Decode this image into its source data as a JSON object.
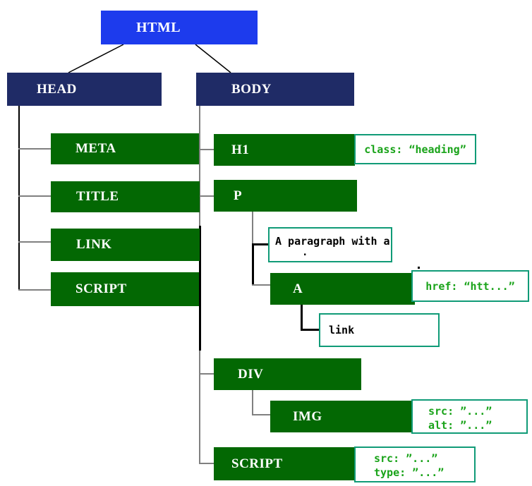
{
  "nodes": {
    "html": {
      "label": "HTML"
    },
    "head": {
      "label": "HEAD"
    },
    "body": {
      "label": "BODY"
    },
    "meta": {
      "label": "META"
    },
    "title": {
      "label": "TITLE"
    },
    "link": {
      "label": "LINK"
    },
    "script_head": {
      "label": "SCRIPT"
    },
    "h1": {
      "label": "H1"
    },
    "p": {
      "label": "P"
    },
    "a": {
      "label": "A"
    },
    "div": {
      "label": "DIV"
    },
    "img": {
      "label": "IMG"
    },
    "script_body": {
      "label": "SCRIPT"
    }
  },
  "text_boxes": {
    "p_text": {
      "line1": "A paragraph with a",
      "line2": "."
    },
    "link_text": {
      "line1": "link"
    }
  },
  "annotations": {
    "h1_class": {
      "line1": "class: “heading”"
    },
    "a_href": {
      "line1": "href: “htt...”"
    },
    "img_attrs": {
      "line1": "src: ”...”",
      "line2": "alt: ”...”"
    },
    "script_attrs": {
      "line1": "src: ”...”",
      "line2": "type: ”...”"
    }
  },
  "colors": {
    "root_blue": "#1d3bed",
    "branch_navy": "#1f2b66",
    "element_green": "#036803",
    "note_border": "#109b77",
    "note_text": "#19a319",
    "line_gray": "#808080",
    "line_black": "#000000"
  }
}
